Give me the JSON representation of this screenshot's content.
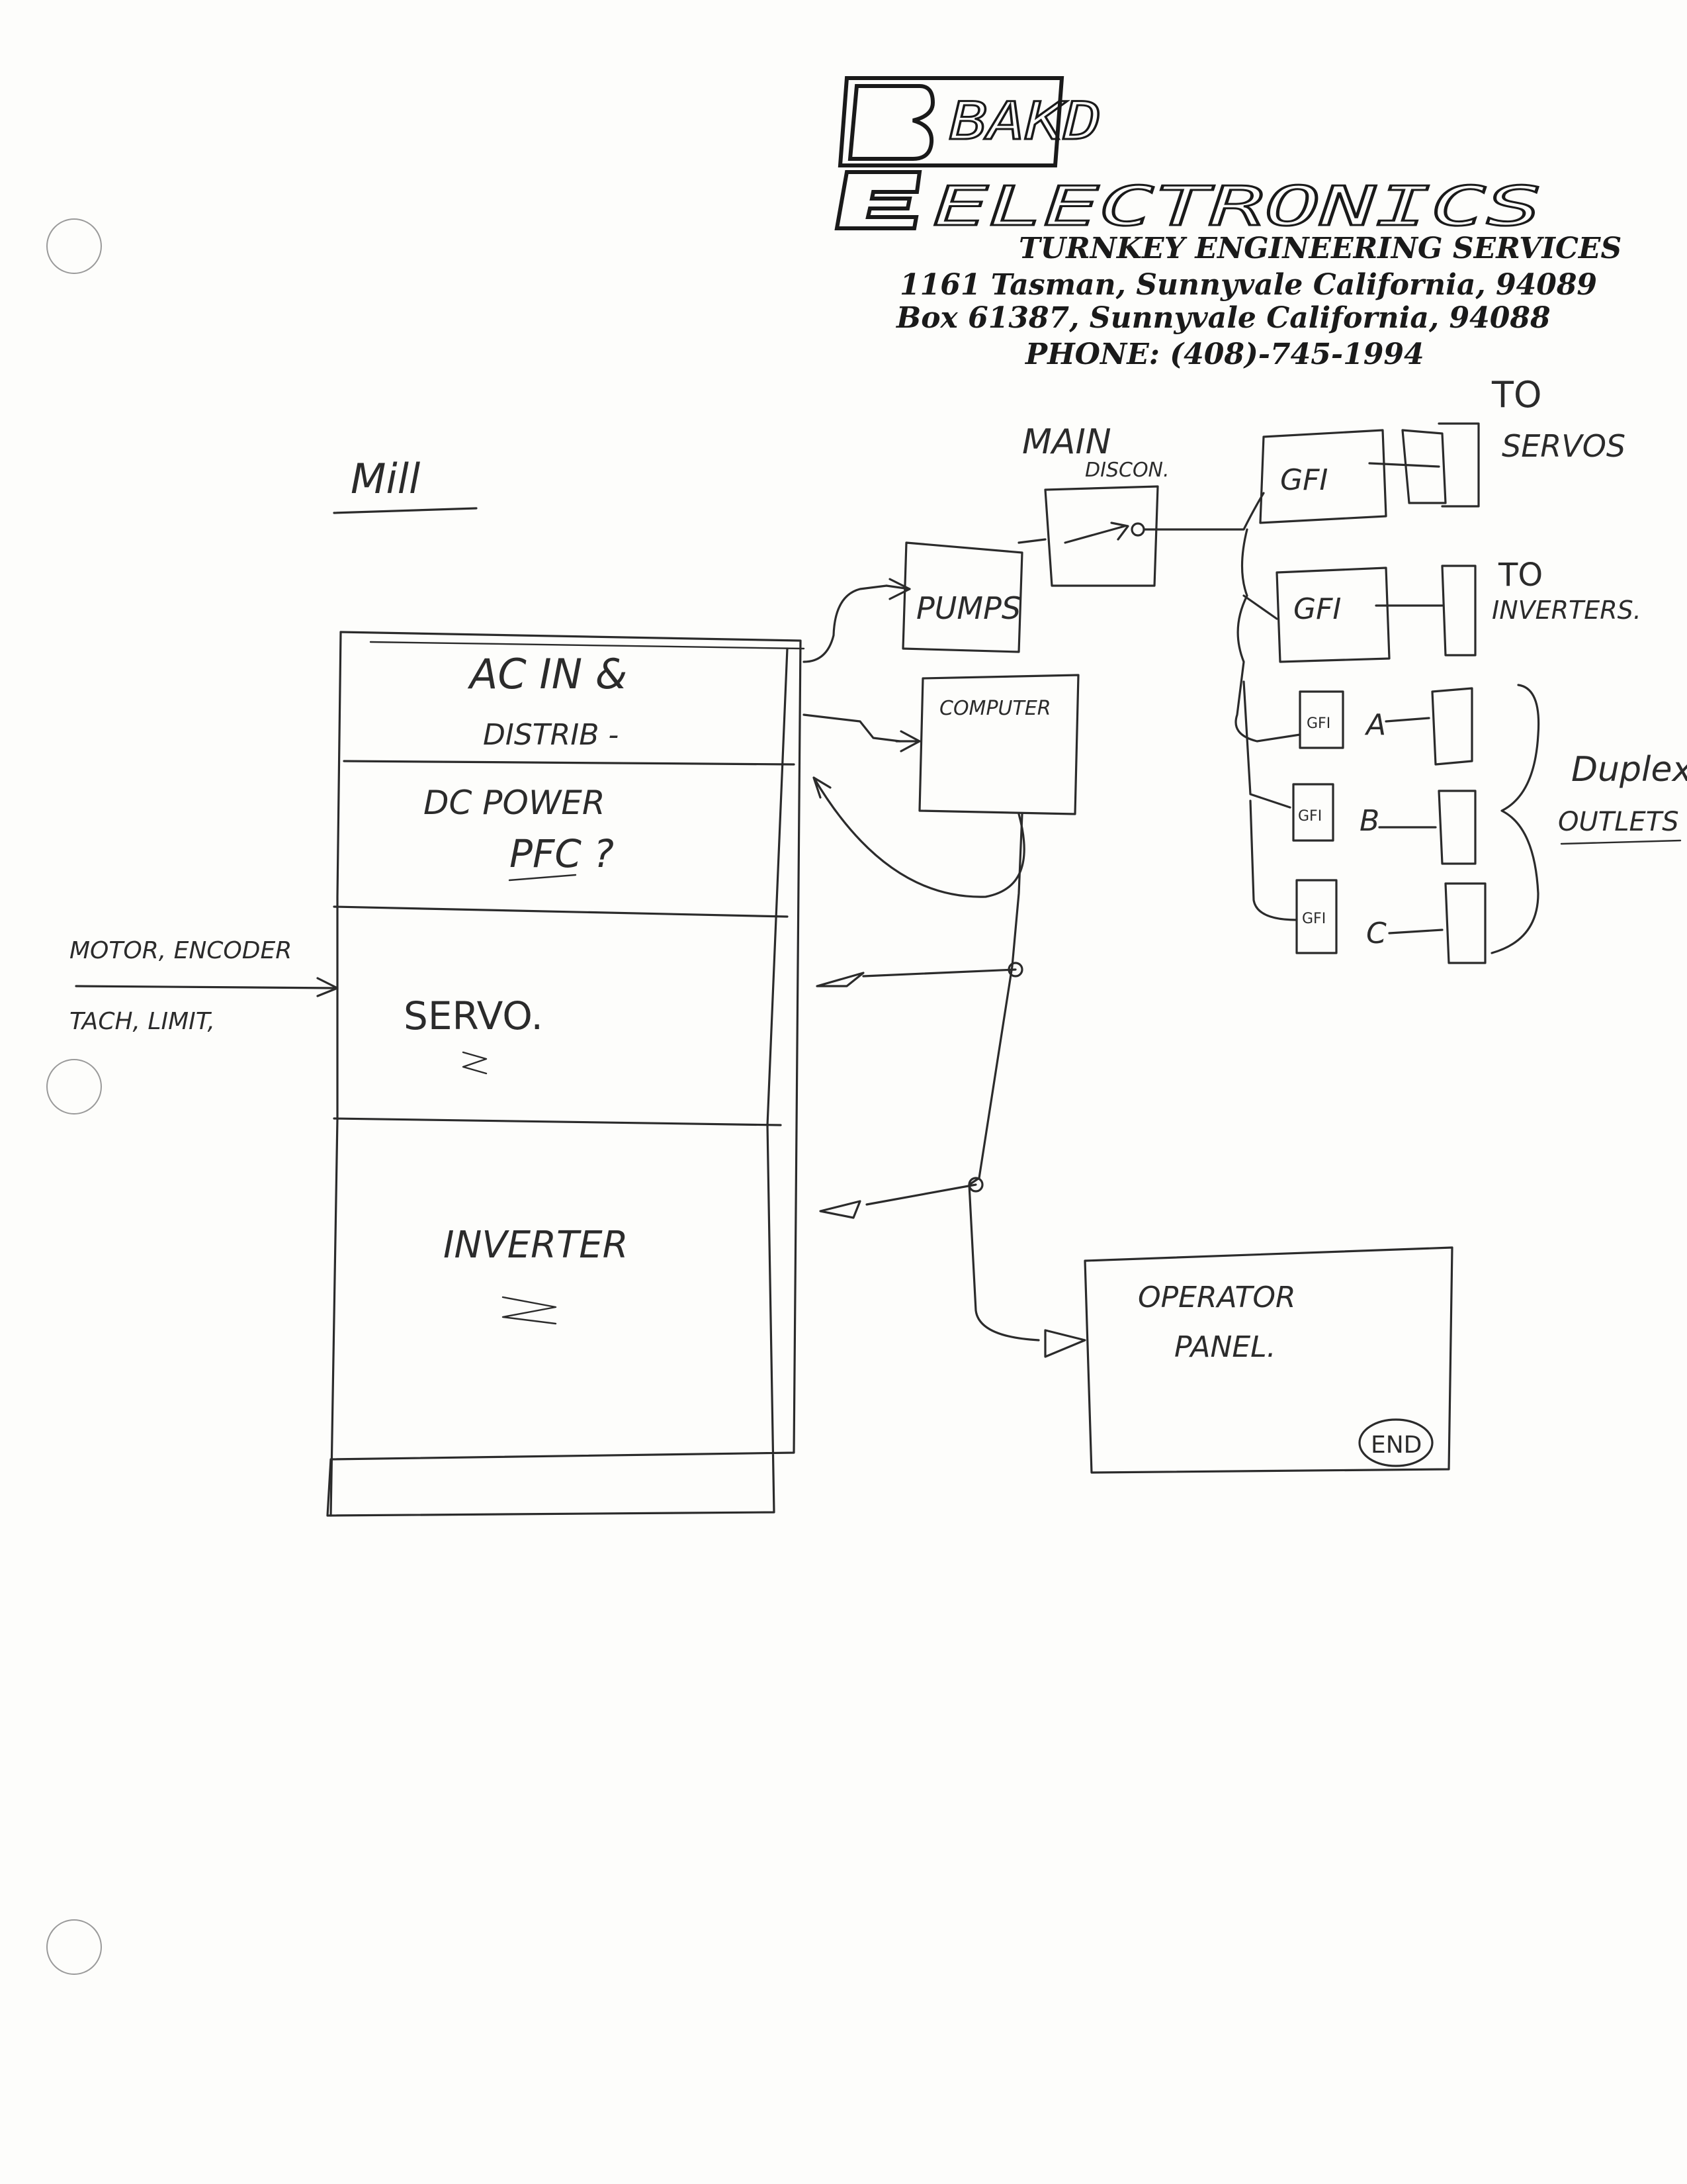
{
  "letterhead": {
    "logo_line1": "BAKD",
    "logo_line2": "ELECTRONICS",
    "tagline": "TURNKEY ENGINEERING SERVICES",
    "address1": "1161 Tasman, Sunnyvale California, 94089",
    "address2": "Box 61387, Sunnyvale California, 94088",
    "phone": "PHONE: (408)-745-1994"
  },
  "diagram": {
    "title": "Mill",
    "cabinet": {
      "ac_line1": "AC IN &",
      "ac_line2": "DISTRIB -",
      "dc_line1": "DC POWER",
      "dc_line2": "PFC ?",
      "servo": "SERVO.",
      "inverter": "INVERTER"
    },
    "servo_inputs": {
      "line1": "MOTOR, ENCODER",
      "line2": "TACH, LIMIT,"
    },
    "main_disconnect": {
      "line1": "MAIN",
      "line2": "DISCON."
    },
    "pumps": "PUMPS",
    "computer": "COMPUTER",
    "gfi_servos": "GFI",
    "gfi_inverters": "GFI",
    "to_servos": {
      "line1": "TO",
      "line2": "SERVOS"
    },
    "to_inverters": {
      "line1": "TO",
      "line2": "INVERTERS."
    },
    "duplex_gfis": [
      {
        "gfi": "GFI",
        "label": "A"
      },
      {
        "gfi": "GFI",
        "label": "B"
      },
      {
        "gfi": "GFI",
        "label": "C"
      }
    ],
    "duplex_label": {
      "line1": "Duplex",
      "line2": "OUTLETS"
    },
    "operator_panel": {
      "line1": "OPERATOR",
      "line2": "PANEL.",
      "button": "END"
    }
  },
  "colors": {
    "ink": "#2b2b2b",
    "paper": "#fdfdfb",
    "letterhead_ink": "#1a1a1a"
  }
}
